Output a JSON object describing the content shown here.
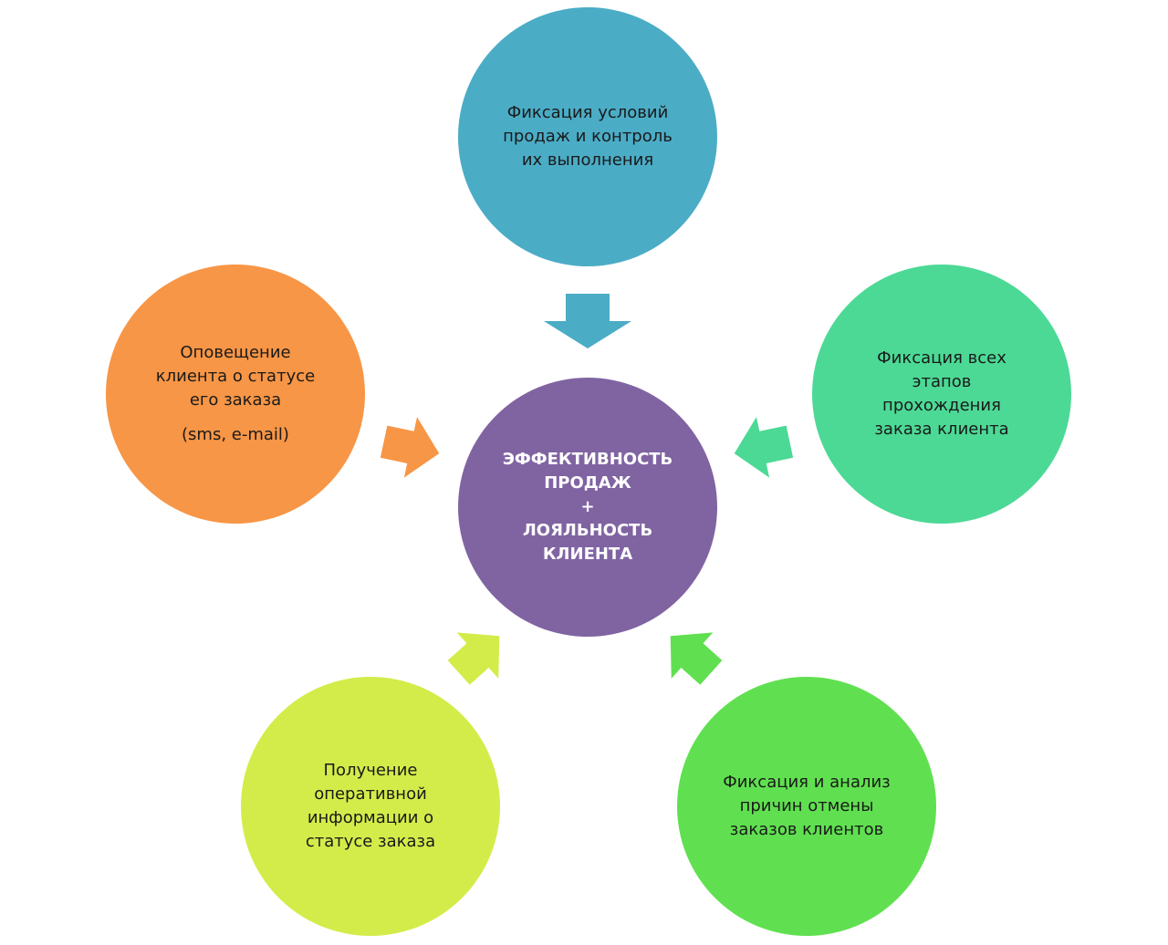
{
  "center": {
    "lines": [
      "ЭФФЕКТИВНОСТЬ",
      "ПРОДАЖ",
      "+",
      "ЛОЯЛЬНОСТЬ",
      "КЛИЕНТА"
    ],
    "color": "#8064A2"
  },
  "nodes": {
    "top": {
      "lines": [
        "Фиксация условий",
        "продаж и контроль",
        "их выполнения"
      ],
      "color": "#4BACC6"
    },
    "right": {
      "lines": [
        "Фиксация всех",
        "этапов",
        "прохождения",
        "заказа клиента"
      ],
      "color": "#4CD995"
    },
    "bottom_right": {
      "lines": [
        "Фиксация и анализ",
        "причин отмены",
        "заказов клиентов"
      ],
      "color": "#60E050"
    },
    "bottom_left": {
      "lines": [
        "Получение",
        "оперативной",
        "информации о",
        "статусе заказа"
      ],
      "color": "#D4EC4A"
    },
    "left": {
      "lines": [
        "Оповещение",
        "клиента о статусе",
        "его заказа"
      ],
      "note": "(sms, e-mail)",
      "color": "#F79646"
    }
  }
}
